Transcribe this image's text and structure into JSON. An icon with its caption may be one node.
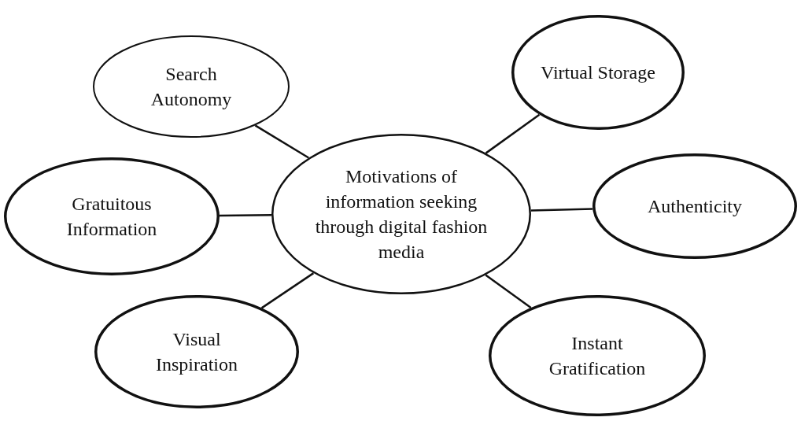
{
  "diagram": {
    "nodes": [
      {
        "text": [
          "Search Autonomy"
        ]
      },
      {
        "text": [
          "Virtual Storage"
        ]
      },
      {
        "text": [
          "Gratuitous Information"
        ]
      },
      {
        "text": [
          "Motivations of information seeking through digital fashion media"
        ]
      },
      {
        "text": [
          "Authenticity"
        ]
      },
      {
        "text": [
          "Visual Inspiration"
        ]
      },
      {
        "text": [
          "Instant Gratification"
        ]
      }
    ],
    "edges": [
      {
        "from": 3,
        "to": 0,
        "arrow": "none"
      },
      {
        "from": 3,
        "to": 1,
        "arrow": "none"
      },
      {
        "from": 3,
        "to": 2,
        "arrow": "none"
      },
      {
        "from": 3,
        "to": 4,
        "arrow": "none"
      },
      {
        "from": 3,
        "to": 5,
        "arrow": "none"
      },
      {
        "from": 3,
        "to": 6,
        "arrow": "none"
      }
    ]
  }
}
